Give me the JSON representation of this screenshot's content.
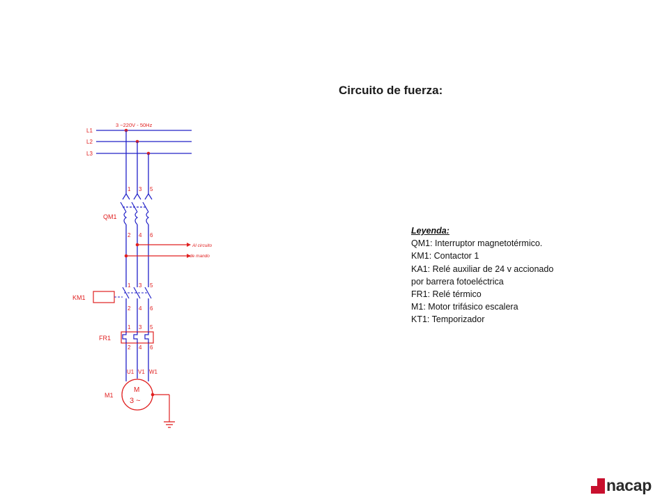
{
  "title": "Circuito de fuerza:",
  "diagram": {
    "supply_label": "3 ~220V - 50Hz",
    "lines": [
      "L1",
      "L2",
      "L3"
    ],
    "terminals_top": [
      "1",
      "3",
      "5"
    ],
    "terminals_bottom": [
      "2",
      "4",
      "6"
    ],
    "motor_terminals": [
      "U1",
      "V1",
      "W1"
    ],
    "qm1_label": "QM1",
    "km1_label": "KM1",
    "fr1_label": "FR1",
    "m1_label": "M1",
    "motor_symbol_top": "M",
    "motor_symbol_bottom": "3 ~",
    "branch_label_1": "Al circuito",
    "branch_label_2": "de mando",
    "colors": {
      "wire_blue": "#2020c8",
      "red": "#e02020"
    }
  },
  "legend": {
    "heading": "Leyenda:",
    "items": [
      "QM1: Interruptor magnetotérmico.",
      "KM1: Contactor 1",
      "KA1: Relé auxiliar de 24 v accionado",
      "por barrera fotoeléctrica",
      "FR1: Relé térmico",
      "M1: Motor trifásico escalera",
      "KT1: Temporizador"
    ]
  },
  "logo": {
    "text": "nacap",
    "color": "#c8102e"
  }
}
